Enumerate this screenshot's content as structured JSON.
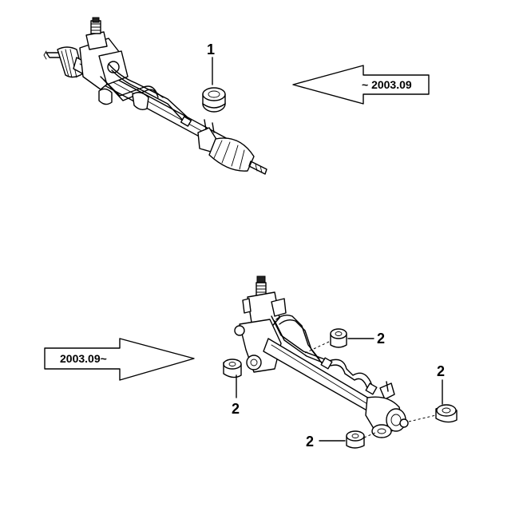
{
  "top_assembly": {
    "callout_label": "1",
    "arrow_label": "~ 2003.09"
  },
  "bottom_assembly": {
    "arrow_label": "2003.09~",
    "callouts": [
      "2",
      "2",
      "2",
      "2"
    ]
  }
}
